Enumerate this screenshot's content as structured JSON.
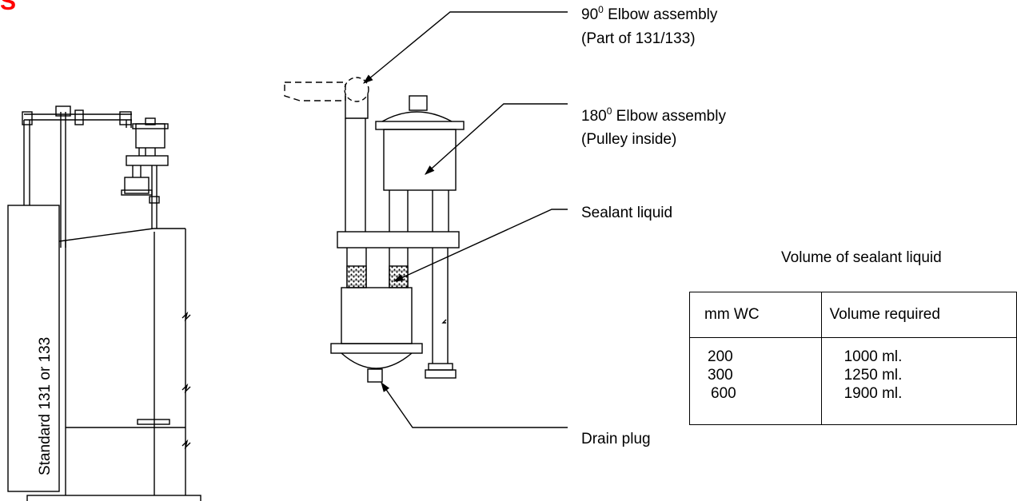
{
  "labels": {
    "elbow90_title_pre": "90",
    "elbow90_title_sup": "0",
    "elbow90_title_post": " Elbow assembly",
    "elbow90_sub": "(Part of 131/133)",
    "elbow180_title_pre": "180",
    "elbow180_title_sup": "0",
    "elbow180_title_post": " Elbow assembly",
    "elbow180_sub": "(Pulley inside)",
    "sealant": "Sealant liquid",
    "drain": "Drain plug",
    "standard": "Standard  131  or 133"
  },
  "volume_table": {
    "title": "Volume of sealant liquid",
    "headers": [
      "mm WC",
      "Volume required"
    ],
    "rows": [
      {
        "mmwc": "200",
        "volume": "1000 ml."
      },
      {
        "mmwc": "300",
        "volume": "1250 ml."
      },
      {
        "mmwc": "600",
        "volume": "1900 ml."
      }
    ]
  },
  "colors": {
    "line": "#000000",
    "accent": "#ff0000",
    "background": "#ffffff"
  }
}
